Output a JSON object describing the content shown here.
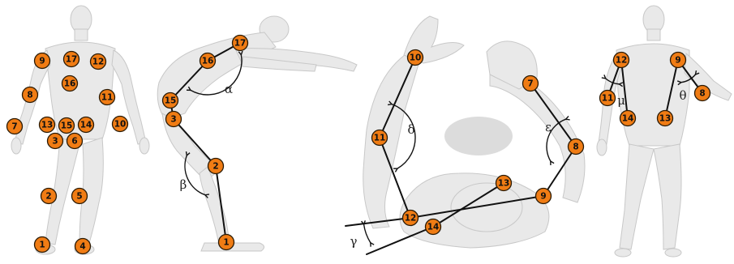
{
  "colors": {
    "marker_fill": "#f07c14",
    "marker_stroke": "#2a1a05",
    "line": "#111111",
    "body": "#e9e9e9"
  },
  "panels": [
    {
      "id": "front",
      "markers": [
        "1",
        "2",
        "3",
        "4",
        "5",
        "6",
        "7",
        "8",
        "9",
        "10",
        "11",
        "12",
        "13",
        "14",
        "15",
        "16",
        "17"
      ]
    },
    {
      "id": "side",
      "markers": [
        "1",
        "2",
        "3",
        "15",
        "16",
        "17"
      ],
      "angles": [
        "α",
        "β"
      ]
    },
    {
      "id": "top",
      "markers": [
        "7",
        "8",
        "9",
        "10",
        "11",
        "12",
        "13",
        "14"
      ],
      "angles": [
        "δ",
        "ε",
        "γ"
      ]
    },
    {
      "id": "back",
      "markers": [
        "8",
        "9",
        "11",
        "12",
        "13",
        "14"
      ],
      "angles": [
        "μ",
        "θ"
      ]
    }
  ]
}
